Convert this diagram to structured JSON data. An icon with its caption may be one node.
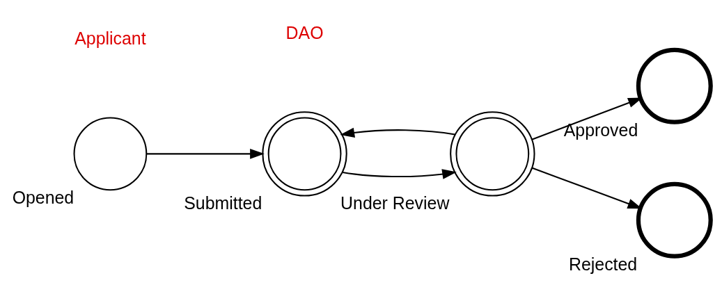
{
  "diagram": {
    "nodes": [
      {
        "text": [
          "Opened"
        ]
      },
      {
        "text": [
          "Submitted"
        ]
      },
      {
        "text": [
          "Under Review"
        ]
      },
      {
        "text": [
          "Approved"
        ]
      },
      {
        "text": [
          "Rejected"
        ]
      }
    ],
    "edges": [
      {
        "from": 0,
        "to": 1,
        "arrow": "to"
      },
      {
        "from": 1,
        "to": 2,
        "arrow": "to"
      },
      {
        "from": 2,
        "to": 1,
        "arrow": "to"
      },
      {
        "from": 2,
        "to": 3,
        "arrow": "to"
      },
      {
        "from": 2,
        "to": 4,
        "arrow": "to"
      }
    ],
    "labels": [
      "Applicant",
      "DAO"
    ]
  }
}
